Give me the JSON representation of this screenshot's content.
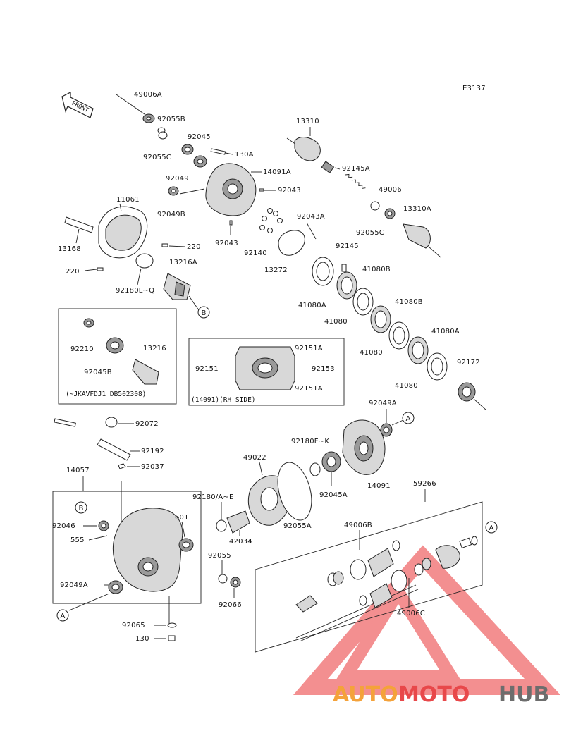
{
  "diagram_code": "E3137",
  "front_label": "FRONT",
  "labels": {
    "p49006A": "49006A",
    "p92055B": "92055B",
    "p92055C_top": "92055C",
    "p92045_top": "92045",
    "p130A": "130A",
    "p14091A": "14091A",
    "p92049": "92049",
    "p92043_r": "92043",
    "p92049B": "92049B",
    "p92043_b": "92043",
    "p11061": "11061",
    "p13168": "13168",
    "p220_r": "220",
    "p220_l": "220",
    "p92180LQ": "92180L~Q",
    "p13216A": "13216A",
    "p13310": "13310",
    "p92145A": "92145A",
    "p49006": "49006",
    "p13310A": "13310A",
    "p92055C_r": "92055C",
    "p92043A": "92043A",
    "p92140": "92140",
    "p13272": "13272",
    "p92145": "92145",
    "p41080B_1": "41080B",
    "p41080A_1": "41080A",
    "p41080_1": "41080",
    "p41080_2": "41080",
    "p41080B_2": "41080B",
    "p41080_3": "41080",
    "p41080A_2": "41080A",
    "p92172": "92172",
    "p92210": "92210",
    "p92045B": "92045B",
    "p13216": "13216",
    "box1_note": "(~JKAVFDJ1 DB502308)",
    "p92151A_top": "92151A",
    "p92151": "92151",
    "p92153": "92153",
    "p92151A_bot": "92151A",
    "box2_note": "(14091)(RH SIDE)",
    "p92072": "92072",
    "p92192": "92192",
    "p14057": "14057",
    "p92037": "92037",
    "p92046": "92046",
    "p555": "555",
    "p92049A_l": "92049A",
    "p601": "601",
    "p92180AE": "92180/A~E",
    "p42034": "42034",
    "p92055": "92055",
    "p92066": "92066",
    "p92065": "92065",
    "p130": "130",
    "p49022": "49022",
    "p92055A": "92055A",
    "p92180FK": "92180F~K",
    "p92045A": "92045A",
    "p92049A_r": "92049A",
    "p14091": "14091",
    "p59266": "59266",
    "p49006B": "49006B",
    "p49006C": "49006C"
  },
  "refs": {
    "A": "A",
    "B": "B"
  },
  "watermark": {
    "text_auto": "AUTO",
    "text_moto": "MOTO",
    "text_hub": "HUB",
    "color_red": "#e8484a",
    "color_orange": "#f4a23a",
    "color_grey": "#6d6d6d"
  }
}
